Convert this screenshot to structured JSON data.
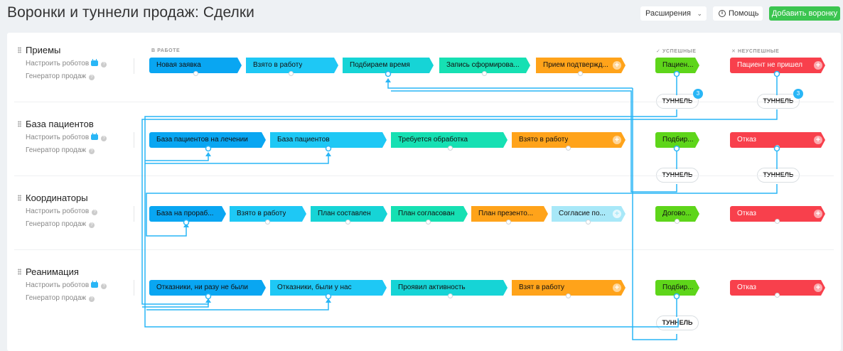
{
  "header": {
    "title": "Воронки и туннели продаж: Сделки",
    "extensions_label": "Расширения",
    "help_label": "Помощь",
    "add_funnel_label": "Добавить воронку"
  },
  "columns": {
    "in_work": "В РАБОТЕ",
    "success": "✓  УСПЕШНЫЕ",
    "fail": "✕  НЕУСПЕШНЫЕ"
  },
  "funnels": [
    {
      "name": "Приемы",
      "robots_label": "Настроить роботов",
      "generator_label": "Генератор продаж",
      "stages": [
        "Новая заявка",
        "Взято в работу",
        "Подбираем время",
        "Запись сформирова...",
        "Прием подтвержд..."
      ],
      "success_stage": "Пациен...",
      "fail_stage": "Пациент не пришел",
      "success_tunnel": "ТУННЕЛЬ",
      "success_tunnel_count": "3",
      "fail_tunnel": "ТУННЕЛЬ",
      "fail_tunnel_count": "3"
    },
    {
      "name": "База пациентов",
      "robots_label": "Настроить роботов",
      "generator_label": "Генератор продаж",
      "stages": [
        "База пациентов на лечении",
        "База пациентов",
        "Требуется обработка",
        "Взято в работу"
      ],
      "success_stage": "Подбир...",
      "fail_stage": "Отказ",
      "success_tunnel": "ТУННЕЛЬ",
      "fail_tunnel": "ТУННЕЛЬ"
    },
    {
      "name": "Координаторы",
      "robots_label": "Настроить роботов",
      "generator_label": "Генератор продаж",
      "stages": [
        "База на прораб...",
        "Взято в работу",
        "План составлен",
        "План согласован",
        "План презенто...",
        "Согласие по..."
      ],
      "success_stage": "Догово...",
      "fail_stage": "Отказ"
    },
    {
      "name": "Реанимация",
      "robots_label": "Настроить роботов",
      "generator_label": "Генератор продаж",
      "stages": [
        "Отказники, ни разу не были",
        "Отказники, были у нас",
        "Проявил активность",
        "Взят в работу"
      ],
      "success_stage": "Подбир...",
      "fail_stage": "Отказ",
      "success_tunnel": "ТУННЕЛЬ"
    }
  ],
  "colors": {
    "accent_line": "#29b6f6",
    "success": "#5ed51a",
    "fail": "#f8404c",
    "add_button": "#3bc550"
  }
}
